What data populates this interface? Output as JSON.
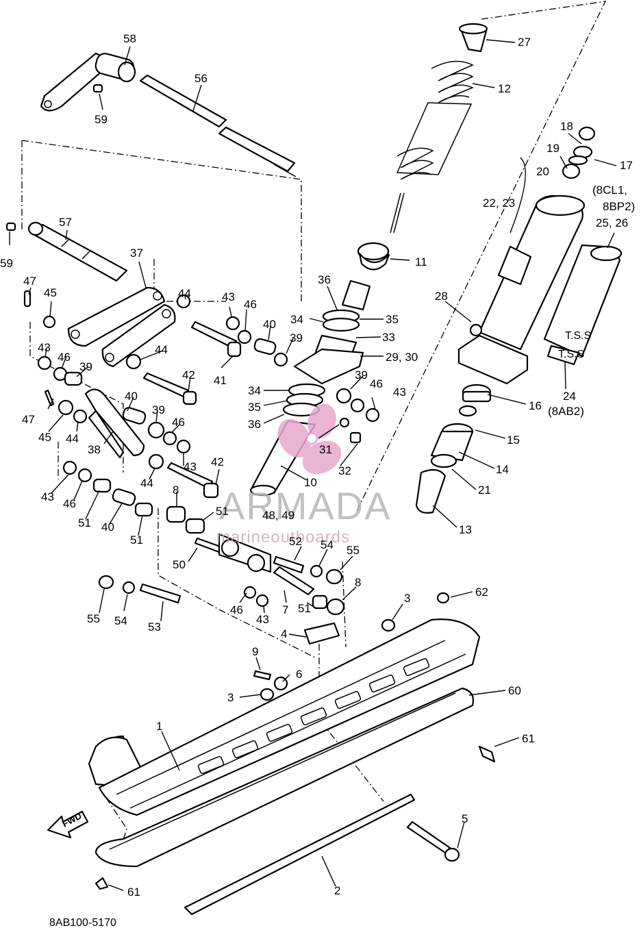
{
  "drawing_code": "8AB100-5170",
  "watermark": {
    "brand": "ARMADA",
    "tagline": "marineoutboards"
  },
  "fwd_label": "FWD",
  "callouts": [
    {
      "id": "c27",
      "text": "27"
    },
    {
      "id": "c12",
      "text": "12"
    },
    {
      "id": "c58",
      "text": "58"
    },
    {
      "id": "c56",
      "text": "56"
    },
    {
      "id": "c59a",
      "text": "59"
    },
    {
      "id": "c18",
      "text": "18"
    },
    {
      "id": "c19",
      "text": "19"
    },
    {
      "id": "c17",
      "text": "17"
    },
    {
      "id": "c20",
      "text": "20"
    },
    {
      "id": "c8cl1",
      "text": "(8CL1,"
    },
    {
      "id": "c8bp2",
      "text": "8BP2)"
    },
    {
      "id": "c2223",
      "text": "22, 23"
    },
    {
      "id": "c2526",
      "text": "25, 26"
    },
    {
      "id": "c57",
      "text": "57"
    },
    {
      "id": "c59b",
      "text": "59"
    },
    {
      "id": "c11",
      "text": "11"
    },
    {
      "id": "c37",
      "text": "37"
    },
    {
      "id": "c36a",
      "text": "36"
    },
    {
      "id": "c47a",
      "text": "47"
    },
    {
      "id": "c45a",
      "text": "45"
    },
    {
      "id": "c44a",
      "text": "44"
    },
    {
      "id": "c43a",
      "text": "43"
    },
    {
      "id": "c46a",
      "text": "46"
    },
    {
      "id": "c28",
      "text": "28"
    },
    {
      "id": "c34a",
      "text": "34"
    },
    {
      "id": "c35a",
      "text": "35"
    },
    {
      "id": "c40a",
      "text": "40"
    },
    {
      "id": "c33",
      "text": "33"
    },
    {
      "id": "c39a",
      "text": "39"
    },
    {
      "id": "c2930",
      "text": "29, 30"
    },
    {
      "id": "c41",
      "text": "41"
    },
    {
      "id": "c44b",
      "text": "44"
    },
    {
      "id": "c43b",
      "text": "43"
    },
    {
      "id": "c46b",
      "text": "46"
    },
    {
      "id": "c39b",
      "text": "39"
    },
    {
      "id": "c24",
      "text": "24"
    },
    {
      "id": "c8ab2",
      "text": "(8AB2)"
    },
    {
      "id": "c42a",
      "text": "42"
    },
    {
      "id": "c39c",
      "text": "39"
    },
    {
      "id": "c46c",
      "text": "46"
    },
    {
      "id": "c43c",
      "text": "43"
    },
    {
      "id": "c16",
      "text": "16"
    },
    {
      "id": "c34b",
      "text": "34"
    },
    {
      "id": "c35b",
      "text": "35"
    },
    {
      "id": "c40b",
      "text": "40"
    },
    {
      "id": "c47b",
      "text": "47"
    },
    {
      "id": "c39d",
      "text": "39"
    },
    {
      "id": "c36b",
      "text": "36"
    },
    {
      "id": "c45b",
      "text": "45"
    },
    {
      "id": "c44c",
      "text": "44"
    },
    {
      "id": "c46d",
      "text": "46"
    },
    {
      "id": "c38",
      "text": "38"
    },
    {
      "id": "c31",
      "text": "31"
    },
    {
      "id": "c15",
      "text": "15"
    },
    {
      "id": "c43d",
      "text": "43"
    },
    {
      "id": "c14",
      "text": "14"
    },
    {
      "id": "c44d",
      "text": "44"
    },
    {
      "id": "c42b",
      "text": "42"
    },
    {
      "id": "c32",
      "text": "32"
    },
    {
      "id": "c10",
      "text": "10"
    },
    {
      "id": "c43e",
      "text": "43"
    },
    {
      "id": "c46e",
      "text": "46"
    },
    {
      "id": "c21",
      "text": "21"
    },
    {
      "id": "c8a",
      "text": "8"
    },
    {
      "id": "c51a",
      "text": "51"
    },
    {
      "id": "c4849",
      "text": "48, 49"
    },
    {
      "id": "c51b",
      "text": "51"
    },
    {
      "id": "c40c",
      "text": "40"
    },
    {
      "id": "c13",
      "text": "13"
    },
    {
      "id": "c51c",
      "text": "51"
    },
    {
      "id": "c52",
      "text": "52"
    },
    {
      "id": "c54a",
      "text": "54"
    },
    {
      "id": "c55a",
      "text": "55"
    },
    {
      "id": "c50",
      "text": "50"
    },
    {
      "id": "c8b",
      "text": "8"
    },
    {
      "id": "c62",
      "text": "62"
    },
    {
      "id": "c3a",
      "text": "3"
    },
    {
      "id": "c46f",
      "text": "46"
    },
    {
      "id": "c43f",
      "text": "43"
    },
    {
      "id": "c7",
      "text": "7"
    },
    {
      "id": "c51d",
      "text": "51"
    },
    {
      "id": "c55b",
      "text": "55"
    },
    {
      "id": "c54b",
      "text": "54"
    },
    {
      "id": "c53",
      "text": "53"
    },
    {
      "id": "c4",
      "text": "4"
    },
    {
      "id": "c9",
      "text": "9"
    },
    {
      "id": "c60",
      "text": "60"
    },
    {
      "id": "c6",
      "text": "6"
    },
    {
      "id": "c3b",
      "text": "3"
    },
    {
      "id": "c61a",
      "text": "61"
    },
    {
      "id": "c1",
      "text": "1"
    },
    {
      "id": "c5",
      "text": "5"
    },
    {
      "id": "c61b",
      "text": "61"
    },
    {
      "id": "c2",
      "text": "2"
    }
  ]
}
